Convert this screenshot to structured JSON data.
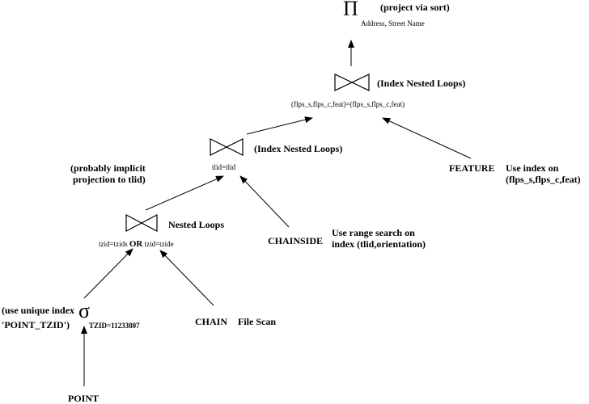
{
  "root": {
    "symbol": "Π",
    "note": "(project via sort)",
    "attrs": "Address, Street Name"
  },
  "join1": {
    "label": "(Index Nested Loops)",
    "condition": "(flps_s,flps_c,feat)=(flps_s,flps_c,feat)"
  },
  "join2": {
    "label": "(Index Nested Loops)",
    "condition": "tlid=tlid",
    "note_line1": "(probably implicit",
    "note_line2": "projection to tlid)"
  },
  "feature": {
    "name": "FEATURE",
    "note_line1": "Use index on",
    "note_line2": "(flps_s,flps_c,feat)"
  },
  "join3": {
    "label": "Nested Loops",
    "cond_left": "tzid=tzids",
    "cond_or": "OR",
    "cond_right": "tzid=tzide"
  },
  "chainside": {
    "name": "CHAINSIDE",
    "note_line1": "Use range search on",
    "note_line2": "index (tlid,orientation)"
  },
  "select": {
    "symbol": "σ",
    "condition": "TZID=11233807",
    "note_line1": "(use unique index",
    "note_line2": "'POINT_TZID')"
  },
  "chain": {
    "name": "CHAIN",
    "note": "File Scan"
  },
  "point": {
    "name": "POINT"
  }
}
